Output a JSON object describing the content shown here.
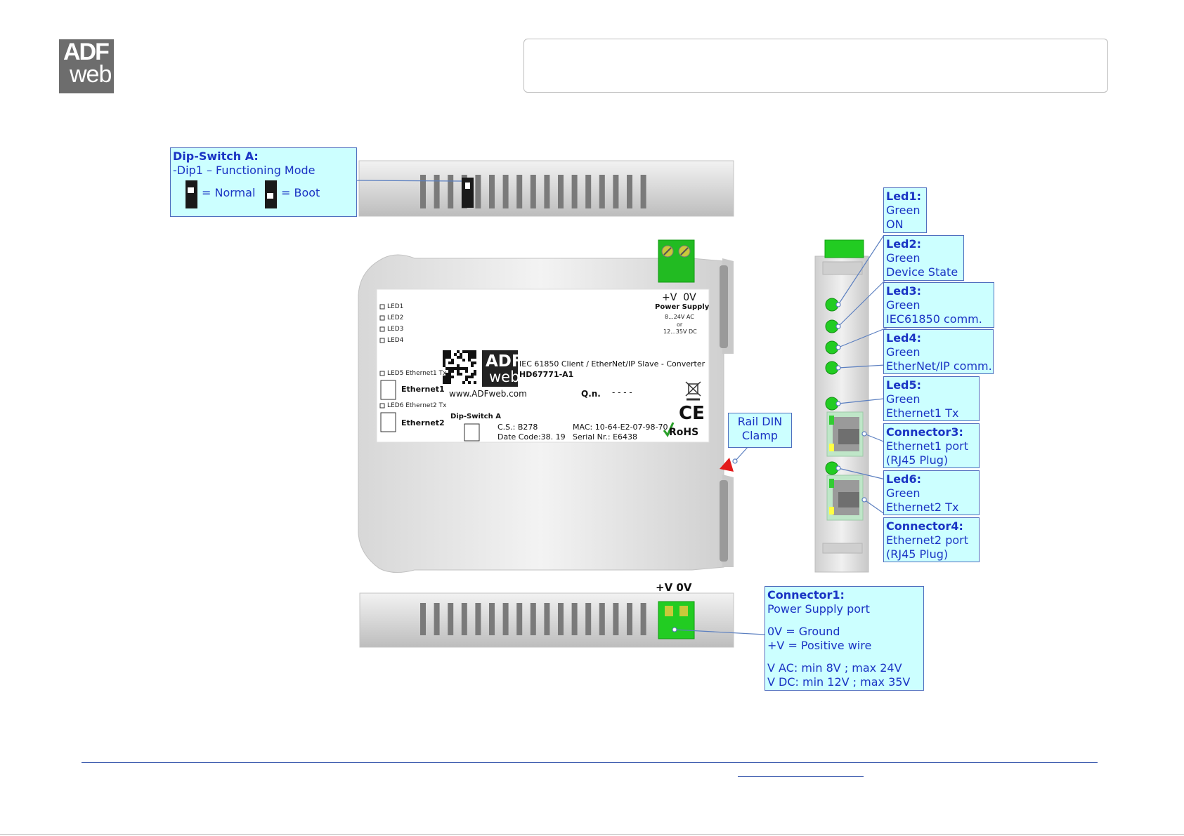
{
  "logo": {
    "line1": "ADF",
    "line2": "web"
  },
  "device_label": {
    "leds": [
      "LED1",
      "LED2",
      "LED3",
      "LED4"
    ],
    "led5": "LED5 Ethernet1 Tx",
    "led6": "LED6 Ethernet2 Tx",
    "eth1": "Ethernet1",
    "eth2": "Ethernet2",
    "power_terminals": "+V  0V",
    "power_title": "Power Supply",
    "power_ac": "8...24V AC",
    "power_or": "or",
    "power_dc": "12...35V DC",
    "product_line": "IEC 61850 Client / EtherNet/IP Slave - Converter",
    "product_code": "HD67771-A1",
    "website": "www.ADFweb.com",
    "qn_label": "Q.n.",
    "qn_value": "- - - -",
    "dip_title": "Dip-Switch A",
    "cs": "C.S.: B278",
    "date_code": "Date Code:38. 19",
    "mac": "MAC: 10-64-E2-07-98-70",
    "serial": "Serial Nr.: E6438",
    "rohs": "RoHS",
    "ce": "CE"
  },
  "bottom_terminals": "+V 0V",
  "callouts": {
    "dip_switch": {
      "title": "Dip-Switch A:",
      "line1": "-Dip1 – Functioning Mode",
      "normal": "= Normal",
      "boot": "= Boot"
    },
    "rail": {
      "line1": "Rail DIN",
      "line2": "Clamp"
    },
    "led1": {
      "title": "Led1:",
      "line1": "Green",
      "line2": "ON"
    },
    "led2": {
      "title": "Led2:",
      "line1": "Green",
      "line2": "Device State"
    },
    "led3": {
      "title": "Led3:",
      "line1": "Green",
      "line2": "IEC61850 comm."
    },
    "led4": {
      "title": "Led4:",
      "line1": "Green",
      "line2": "EtherNet/IP comm."
    },
    "led5": {
      "title": "Led5:",
      "line1": "Green",
      "line2": "Ethernet1 Tx"
    },
    "conn3": {
      "title": "Connector3:",
      "line1": "Ethernet1 port",
      "line2": "(RJ45 Plug)"
    },
    "led6": {
      "title": "Led6:",
      "line1": "Green",
      "line2": "Ethernet2 Tx"
    },
    "conn4": {
      "title": "Connector4:",
      "line1": "Ethernet2 port",
      "line2": "(RJ45 Plug)"
    },
    "conn1": {
      "title": "Connector1:",
      "line1": "Power Supply port",
      "line2": "0V = Ground",
      "line3": "+V = Positive wire",
      "line4": "V AC: min 8V ; max 24V",
      "line5": "V DC: min 12V ; max 35V"
    }
  },
  "colors": {
    "callout_fill": "#ccffff",
    "callout_text": "#1a34c4",
    "led_green": "#22cc22",
    "connector_green": "#33cc33",
    "footer_line": "#2d4ea8"
  }
}
